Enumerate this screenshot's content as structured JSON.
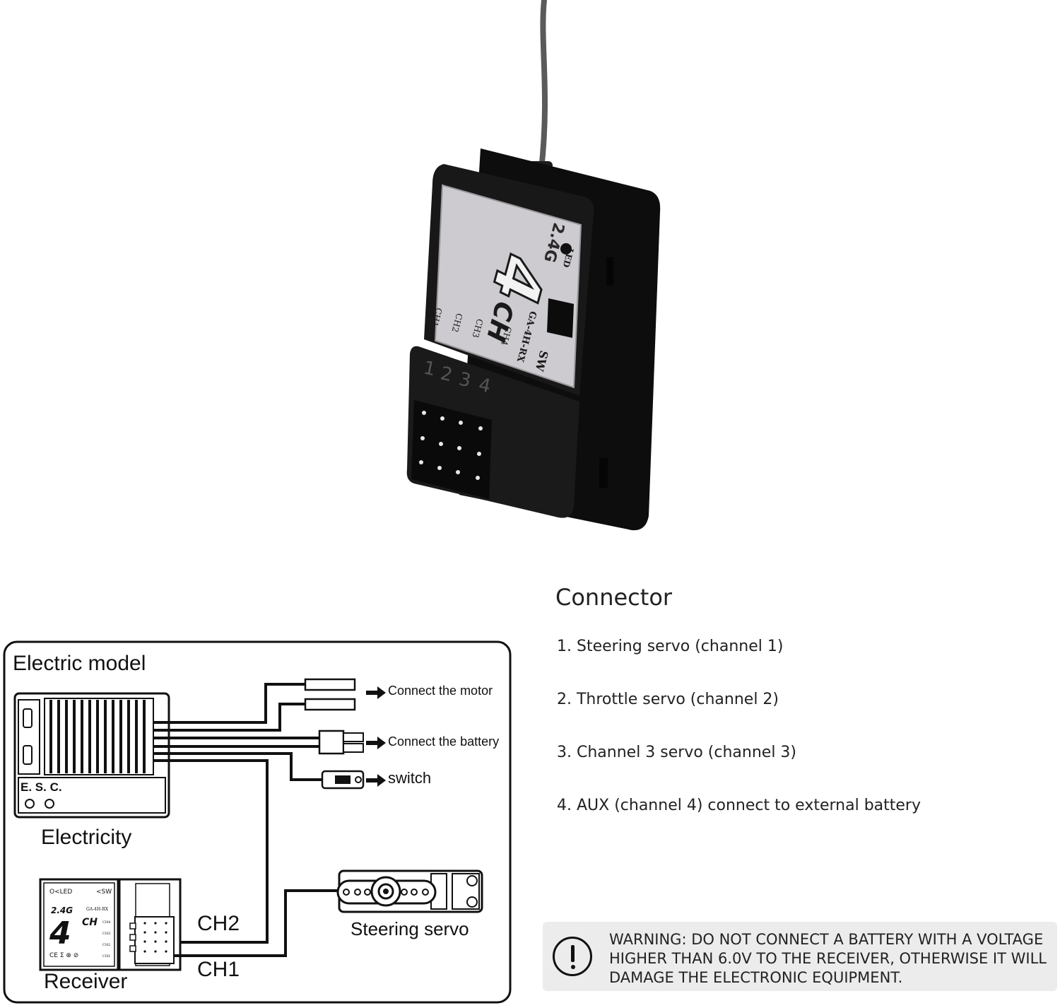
{
  "product": {
    "label_4": "4",
    "label_ch": "CH",
    "label_model": "GA-4H-RX",
    "label_band": "2.4G",
    "label_led": "LED",
    "label_sw": "SW",
    "channel_labels": [
      "CH1",
      "CH2",
      "CH3",
      "CH4"
    ],
    "pin_numbers": [
      "1",
      "2",
      "3",
      "4"
    ]
  },
  "connector": {
    "title": "Connector",
    "items": [
      "1. Steering servo (channel 1)",
      "2. Throttle servo (channel 2)",
      "3. Channel 3 servo (channel 3)",
      "4. AUX (channel 4) connect to external battery"
    ]
  },
  "diagram": {
    "title": "Electric model",
    "esc_label": "E. S. C.",
    "electricity_label": "Electricity",
    "receiver_label": "Receiver",
    "ch2_label": "CH2",
    "ch1_label": "CH1",
    "servo_label": "Steering servo",
    "motor_label": "Connect the motor",
    "battery_label": "Connect the battery",
    "switch_label": "switch"
  },
  "warning": {
    "icon": "exclamation-icon",
    "text": "WARNING: DO NOT CONNECT A BATTERY WITH A VOLTAGE HIGHER THAN 6.0V TO THE RECEIVER, OTHERWISE IT WILL DAMAGE THE ELECTRONIC EQUIPMENT."
  },
  "colors": {
    "case": "#151515",
    "label_plate": "#cfcdd0",
    "warning_bg": "#ececec"
  }
}
